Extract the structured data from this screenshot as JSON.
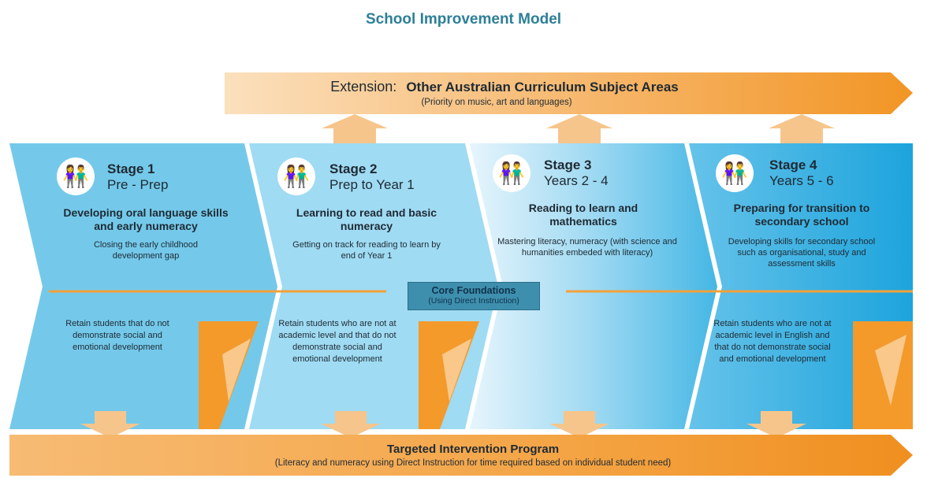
{
  "page": {
    "title": "School Improvement Model"
  },
  "extension": {
    "label": "Extension:",
    "subject": "Other Australian Curriculum Subject Areas",
    "note": "(Priority on music, art and languages)"
  },
  "stages": [
    {
      "name": "Stage 1",
      "range": "Pre - Prep",
      "focus": "Developing oral language skills and early numeracy",
      "description": "Closing the early childhood development gap",
      "retention": "Retain students that do not demonstrate social and emotional development"
    },
    {
      "name": "Stage 2",
      "range": "Prep to Year 1",
      "focus": "Learning to read and basic numeracy",
      "description": "Getting on track for reading to learn by end of Year 1",
      "retention": "Retain students who are not at academic level and that do not demonstrate social and emotional development"
    },
    {
      "name": "Stage 3",
      "range": "Years 2 - 4",
      "focus": "Reading to learn and mathematics",
      "description": "Mastering literacy, numeracy (with science and humanities embeded with literacy)",
      "retention": ""
    },
    {
      "name": "Stage 4",
      "range": "Years 5 - 6",
      "focus": "Preparing for transition to secondary school",
      "description": "Developing skills for secondary school such as organisational, study and assessment skills",
      "retention": "Retain students who are not at academic level in English and that do not demonstrate social and emotional development"
    }
  ],
  "core": {
    "title": "Core Foundations",
    "subtitle": "(Using Direct Instruction)"
  },
  "intervention": {
    "title": "Targeted Intervention Program",
    "note": "(Literacy and numeracy using Direct Instruction for time required based on individual student need)"
  },
  "colors": {
    "title": "#2d7f98",
    "stage_blue": "#6ec8ea",
    "stage_dark_blue": "#2aaadd",
    "orange": "#f39a2b",
    "light_orange": "#f9c88a"
  },
  "icons": [
    "children-icon",
    "children-icon",
    "children-icon",
    "children-icon"
  ]
}
